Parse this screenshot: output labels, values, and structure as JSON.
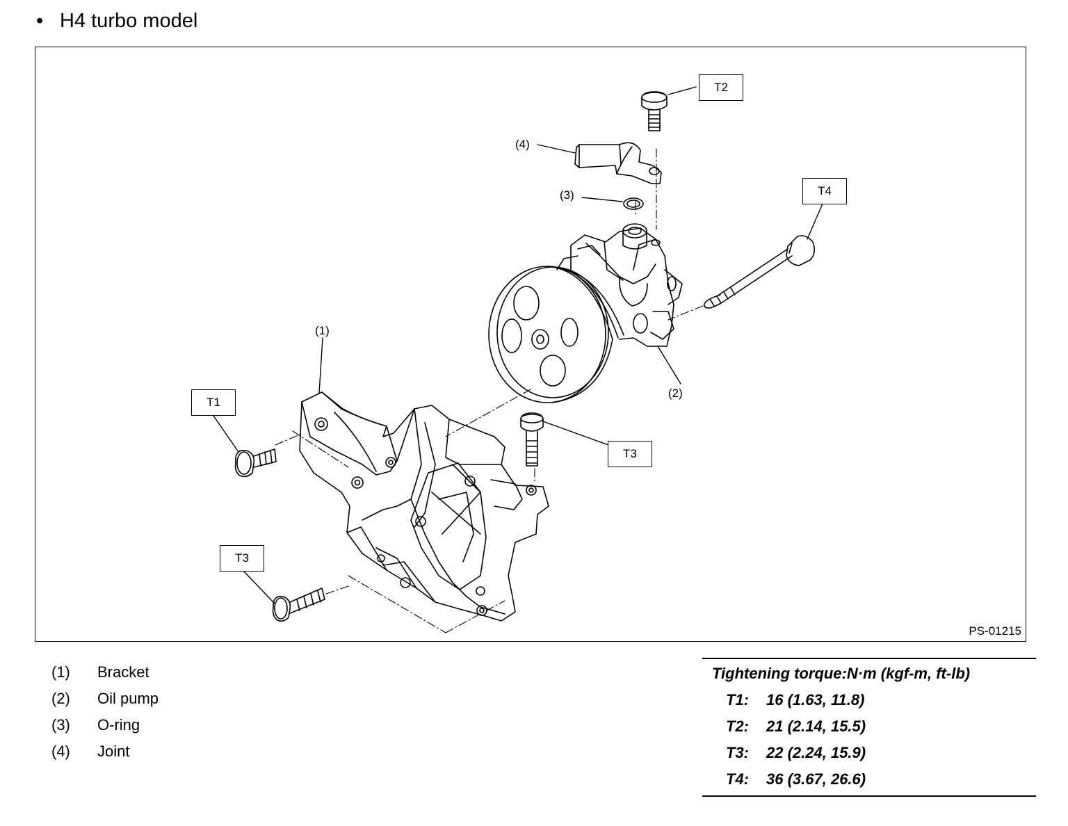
{
  "heading": {
    "bullet": "•",
    "text": "H4 turbo model"
  },
  "figure": {
    "id": "PS-01215",
    "tags": [
      "T1",
      "T2",
      "T3",
      "T3",
      "T4"
    ],
    "callouts": [
      "(1)",
      "(2)",
      "(3)",
      "(4)"
    ]
  },
  "legend": [
    {
      "num": "(1)",
      "label": "Bracket"
    },
    {
      "num": "(2)",
      "label": "Oil pump"
    },
    {
      "num": "(3)",
      "label": "O-ring"
    },
    {
      "num": "(4)",
      "label": "Joint"
    }
  ],
  "torque": {
    "title": "Tightening torque:N·m (kgf-m, ft-lb)",
    "rows": [
      {
        "key": "T1:",
        "value": "16 (1.63, 11.8)"
      },
      {
        "key": "T2:",
        "value": "21 (2.14, 15.5)"
      },
      {
        "key": "T3:",
        "value": "22 (2.24, 15.9)"
      },
      {
        "key": "T4:",
        "value": "36 (3.67, 26.6)"
      }
    ]
  }
}
